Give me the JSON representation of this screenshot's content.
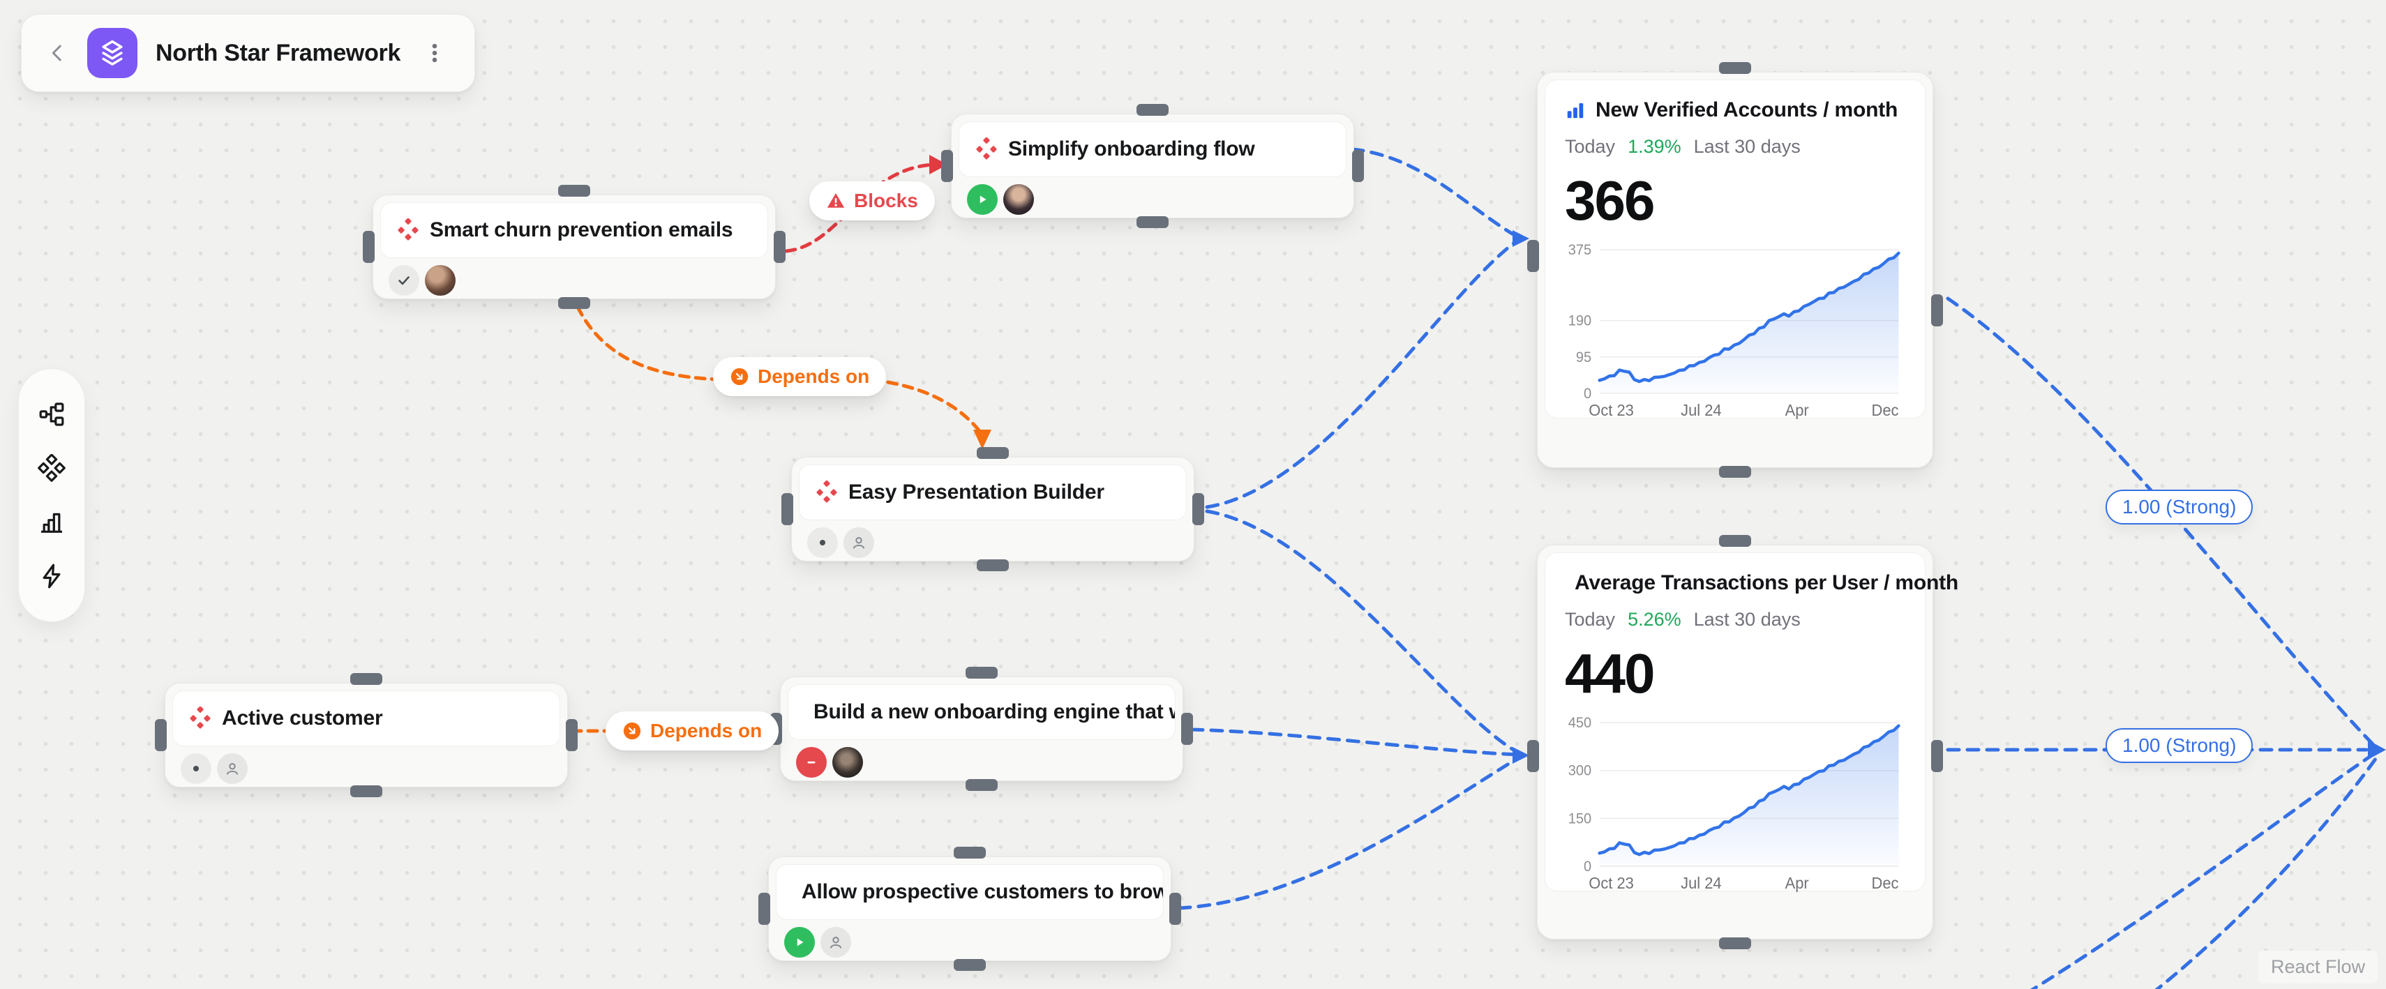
{
  "app": {
    "attribution": "React Flow"
  },
  "header": {
    "title": "North Star Framework"
  },
  "toolbar": {
    "items": [
      "flow-view",
      "components",
      "metrics",
      "automations"
    ]
  },
  "edge_labels": {
    "blocks": {
      "text": "Blocks"
    },
    "depends_on_1": {
      "text": "Depends on"
    },
    "depends_on_2": {
      "text": "Depends on"
    },
    "strength_1": {
      "text": "1.00 (Strong)"
    },
    "strength_2": {
      "text": "1.00 (Strong)"
    }
  },
  "nodes": [
    {
      "title": "Smart churn prevention emails",
      "status": "done",
      "assignee": "man-photo"
    },
    {
      "title": "Simplify onboarding flow",
      "status": "in-progress",
      "assignee": "woman-photo"
    },
    {
      "title": "Easy Presentation Builder",
      "status": "not-started",
      "assignee": "unassigned"
    },
    {
      "title": "Active customer",
      "status": "not-started",
      "assignee": "unassigned"
    },
    {
      "title": "Build a new onboarding engine that w…",
      "status": "blocked",
      "assignee": "man-photo-dark"
    },
    {
      "title": "Allow prospective customers to brow…",
      "status": "in-progress",
      "assignee": "unassigned"
    }
  ],
  "metric_cards": [
    {
      "title": "New Verified Accounts / month",
      "today_label": "Today",
      "change": "1.39%",
      "period_label": "Last 30 days",
      "value": "366",
      "chart_index": 0
    },
    {
      "title": "Average Transactions per User / month",
      "today_label": "Today",
      "change": "5.26%",
      "period_label": "Last 30 days",
      "value": "440",
      "chart_index": 1
    }
  ],
  "chart_data": [
    {
      "type": "area",
      "title": "New Verified Accounts / month",
      "x_ticks": [
        "Oct 23",
        "Jul 24",
        "Apr",
        "Dec"
      ],
      "y_ticks": [
        375,
        190,
        95,
        0
      ],
      "ylim": [
        0,
        375
      ],
      "line_color": "#3173E8",
      "values": [
        34,
        38,
        43,
        49,
        58,
        60,
        54,
        36,
        32,
        34,
        36,
        39,
        45,
        43,
        49,
        54,
        58,
        64,
        69,
        75,
        79,
        84,
        94,
        98,
        105,
        113,
        118,
        124,
        131,
        141,
        150,
        158,
        167,
        176,
        188,
        195,
        201,
        206,
        204,
        210,
        218,
        225,
        233,
        240,
        246,
        251,
        259,
        266,
        272,
        278,
        285,
        291,
        300,
        308,
        317,
        323,
        330,
        339,
        349,
        356,
        366
      ]
    },
    {
      "type": "area",
      "title": "Average Transactions per User / month",
      "x_ticks": [
        "Oct 23",
        "Jul 24",
        "Apr",
        "Dec"
      ],
      "y_ticks": [
        450,
        300,
        150,
        0
      ],
      "ylim": [
        0,
        450
      ],
      "line_color": "#3173E8",
      "values": [
        41,
        45,
        52,
        59,
        70,
        72,
        65,
        43,
        38,
        41,
        43,
        47,
        54,
        52,
        59,
        65,
        70,
        77,
        83,
        90,
        95,
        101,
        113,
        117,
        126,
        135,
        142,
        149,
        158,
        169,
        180,
        189,
        200,
        212,
        225,
        234,
        241,
        248,
        245,
        252,
        261,
        270,
        279,
        288,
        295,
        302,
        311,
        320,
        326,
        333,
        342,
        349,
        360,
        369,
        380,
        387,
        396,
        407,
        419,
        428,
        440
      ]
    }
  ]
}
